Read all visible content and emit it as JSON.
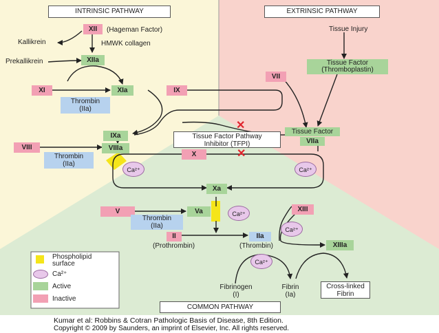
{
  "panels": {
    "intrinsic": "INTRINSIC PATHWAY",
    "extrinsic": "EXTRINSIC PATHWAY",
    "common": "COMMON PATHWAY"
  },
  "intrinsic": {
    "xii": "XII",
    "xii_name": "(Hageman Factor)",
    "hmwk": "HMWK collagen",
    "kallikrein": "Kallikrein",
    "prekallikrein": "Prekallikrein",
    "xiia": "XIIa",
    "xi": "XI",
    "xia": "XIa",
    "thrombin1": "Thrombin",
    "thrombin1_sub": "(IIa)",
    "ix": "IX",
    "ixa": "IXa",
    "viii": "VIII",
    "thrombin2": "Thrombin",
    "thrombin2_sub": "(IIa)",
    "viiia": "VIIIa"
  },
  "extrinsic": {
    "injury": "Tissue Injury",
    "tf_label1": "Tissue Factor",
    "tf_label2": "(Thromboplastin)",
    "vii": "VII",
    "tissue_factor": "Tissue Factor",
    "viia": "VIIa"
  },
  "tfpi": {
    "line1": "Tissue Factor Pathway",
    "line2": "Inhibitor (TFPI)"
  },
  "common": {
    "x": "X",
    "xa": "Xa",
    "v": "V",
    "va": "Va",
    "thrombin3": "Thrombin",
    "thrombin3_sub": "(IIa)",
    "ii": "II",
    "prothrombin": "(Prothrombin)",
    "iia": "IIa",
    "thrombin_paren": "(Thrombin)",
    "xiii": "XIII",
    "xiiia": "XIIIa",
    "fibrinogen": "Fibrinogen",
    "fibrinogen_sub": "(I)",
    "fibrin": "Fibrin",
    "fibrin_sub": "(Ia)",
    "crosslinked1": "Cross-linked",
    "crosslinked2": "Fibrin",
    "ca": "Ca²⁺"
  },
  "legend": {
    "phospholipid1": "Phospholipid",
    "phospholipid2": "surface",
    "ca": "Ca²⁺",
    "active": "Active",
    "inactive": "Inactive"
  },
  "colors": {
    "intrinsic_bg": "#fbf6d8",
    "extrinsic_bg": "#f9d3cc",
    "common_bg": "#dcebd3",
    "inactive": "#f2a0b4",
    "active": "#a8d49a",
    "thrombin": "#b7d2ee",
    "calcium": "#e8c8ea",
    "phospholipid": "#f5e51a",
    "inhibit": "#e0242c"
  },
  "caption": {
    "line1": "Kumar et al: Robbins & Cotran Pathologic Basis of Disease, 8th Edition.",
    "line2": "Copyright © 2009 by Saunders, an imprint of Elsevier, Inc. All rights reserved."
  }
}
